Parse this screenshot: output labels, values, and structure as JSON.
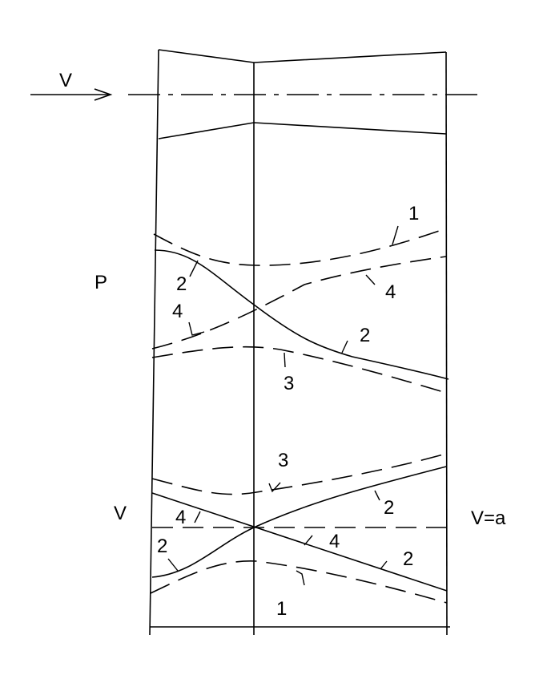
{
  "labels": {
    "flow_arrow": "V",
    "left_top": "P",
    "left_bottom": "V",
    "right_bottom": "V=a",
    "curve_1_top": "1",
    "curve_2_top_left": "2",
    "curve_4_top_right": "4",
    "curve_4_top_left": "4",
    "curve_2_top_right": "2",
    "curve_3_top": "3",
    "curve_3_bottom": "3",
    "curve_2_bottom_right_upper": "2",
    "curve_4_bottom_left": "4",
    "curve_4_bottom_right": "4",
    "curve_2_bottom_left": "2",
    "curve_2_bottom_right_lower": "2",
    "curve_1_bottom": "1"
  }
}
